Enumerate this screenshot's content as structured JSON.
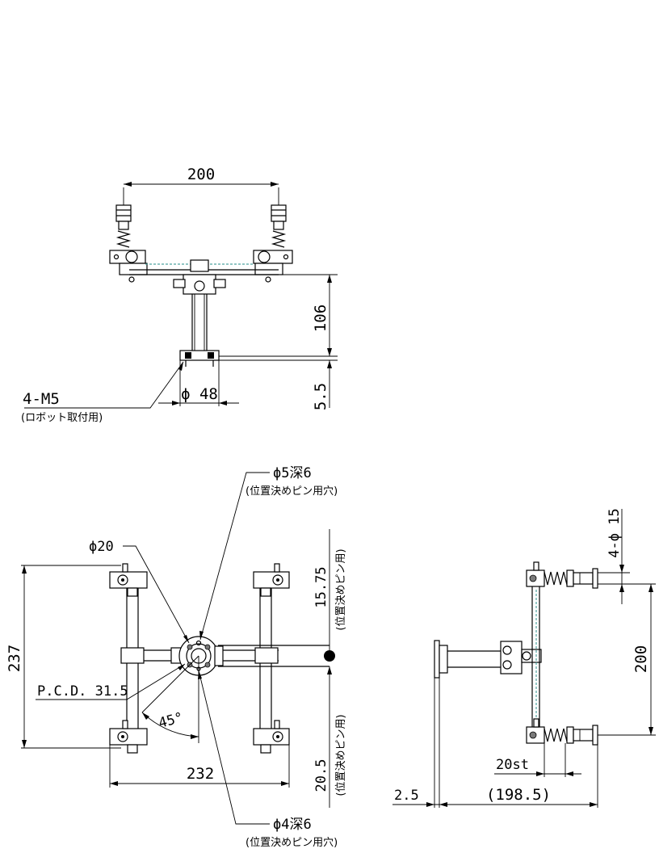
{
  "front_view": {
    "dim_width": "200",
    "dim_height": "106",
    "dim_flange": "5.5",
    "dim_diameter": "ϕ 48",
    "callout_tap": "4-M5",
    "callout_tap_note": "(ロボット取付用)"
  },
  "top_view": {
    "callout_pin_hole_1": "ϕ5深6",
    "callout_pin_hole_1_note": "(位置決めピン用穴)",
    "callout_boss": "ϕ20",
    "dim_offset_1": "15.75",
    "dim_offset_1_note": "(位置決めピン用)",
    "dim_height": "237",
    "callout_pcd": "P.C.D. 31.5",
    "dim_angle": "45°",
    "dim_width": "232",
    "dim_offset_2": "20.5",
    "dim_offset_2_note": "(位置決めピン用)",
    "callout_pin_hole_2": "ϕ4深6",
    "callout_pin_hole_2_note": "(位置決めピン用穴)"
  },
  "side_view": {
    "callout_pads": "4-ϕ 15",
    "dim_pitch": "200",
    "dim_stroke": "20st",
    "dim_flange": "2.5",
    "dim_length": "(198.5)"
  }
}
